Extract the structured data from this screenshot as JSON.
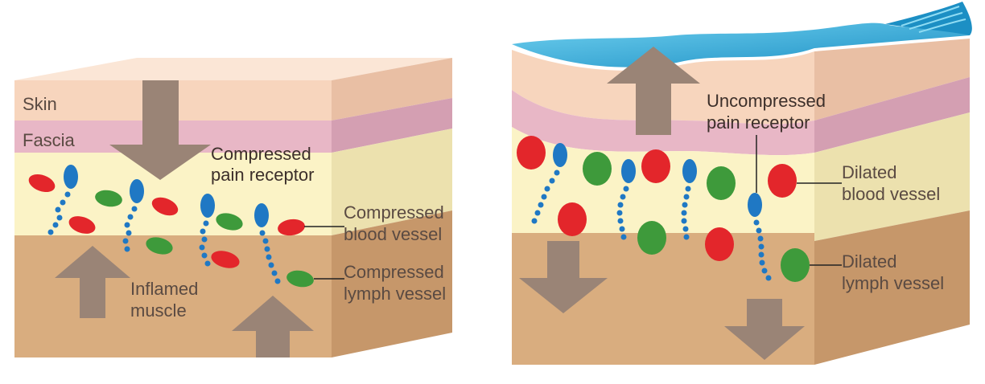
{
  "compressed_panel": {
    "labels": {
      "skin": "Skin",
      "fascia": "Fascia",
      "pain_receptor_line1": "Compressed",
      "pain_receptor_line2": "pain receptor",
      "blood_vessel_line1": "Compressed",
      "blood_vessel_line2": "blood vessel",
      "lymph_vessel_line1": "Compressed",
      "lymph_vessel_line2": "lymph vessel",
      "muscle_line1": "Inflamed",
      "muscle_line2": "muscle"
    }
  },
  "decompressed_panel": {
    "labels": {
      "pain_receptor_line1": "Uncompressed",
      "pain_receptor_line2": "pain receptor",
      "blood_vessel_line1": "Dilated",
      "blood_vessel_line2": "blood vessel",
      "lymph_vessel_line1": "Dilated",
      "lymph_vessel_line2": "lymph vessel"
    }
  },
  "colors": {
    "skin": "#f7d5bd",
    "fascia": "#e6b4c4",
    "fluid": "#fbf3c6",
    "muscle": "#d9ad7f",
    "blood_vessel": "#e3262b",
    "lymph_vessel": "#3e9a3b",
    "pain_receptor": "#1f78c4",
    "arrow": "#9a8476",
    "tape": "#2aa7d8"
  }
}
